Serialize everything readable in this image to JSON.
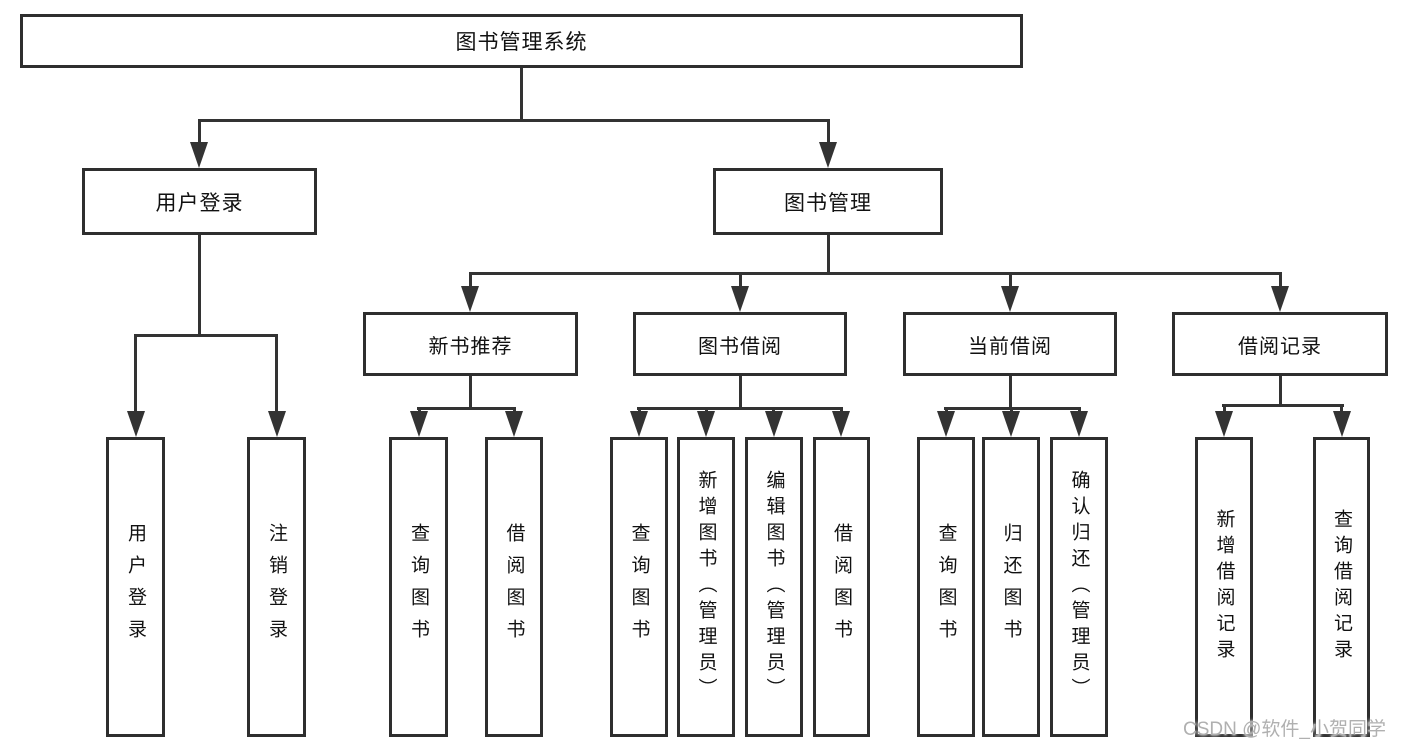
{
  "diagram": {
    "title": "图书管理系统",
    "watermark": "CSDN @软件_小贺同学",
    "colors": {
      "line": "#333333",
      "box_border": "#2e2e2e",
      "text": "#111111",
      "watermark": "#b0b0b0",
      "background": "#ffffff"
    },
    "level2": [
      {
        "label": "用户登录"
      },
      {
        "label": "图书管理"
      }
    ],
    "level3": [
      {
        "label": "新书推荐"
      },
      {
        "label": "图书借阅"
      },
      {
        "label": "当前借阅"
      },
      {
        "label": "借阅记录"
      }
    ],
    "leaves": {
      "user_login": [
        {
          "label": "用户登录"
        },
        {
          "label": "注销登录"
        }
      ],
      "new_book": [
        {
          "label": "查询图书"
        },
        {
          "label": "借阅图书"
        }
      ],
      "book_borrow": [
        {
          "label": "查询图书"
        },
        {
          "label": "新增图书（管理员）"
        },
        {
          "label": "编辑图书（管理员）"
        },
        {
          "label": "借阅图书"
        }
      ],
      "current_borrow": [
        {
          "label": "查询图书"
        },
        {
          "label": "归还图书"
        },
        {
          "label": "确认归还（管理员）"
        }
      ],
      "borrow_records": [
        {
          "label": "新增借阅记录"
        },
        {
          "label": "查询借阅记录"
        }
      ]
    }
  }
}
